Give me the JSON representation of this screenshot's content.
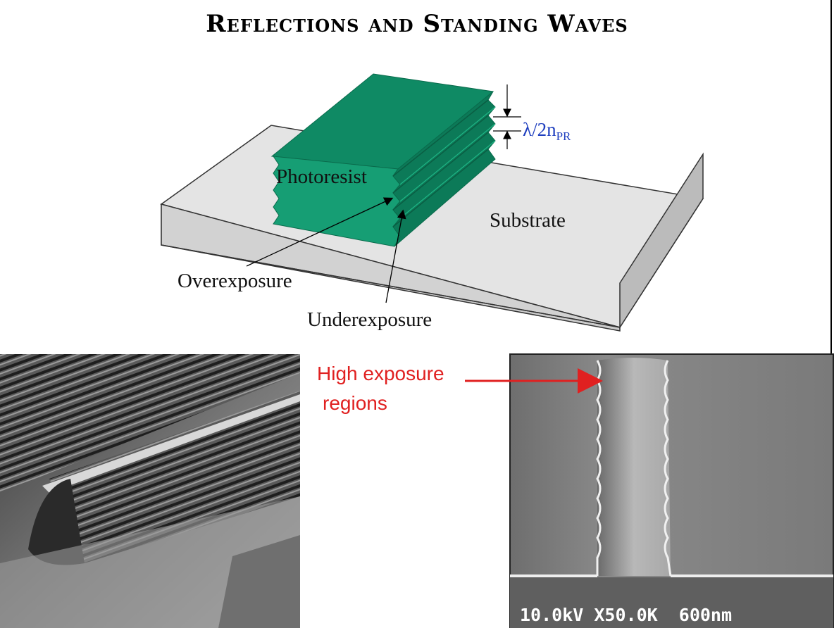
{
  "title": "Reflections and Standing Waves",
  "diagram": {
    "photoresist_label": "Photoresist",
    "substrate_label": "Substrate",
    "overexposure_label": "Overexposure",
    "underexposure_label": "Underexposure",
    "dimension_label_main": "λ/2n",
    "dimension_label_sub": "PR"
  },
  "sem_right": {
    "annotation_line1": "High exposure",
    "annotation_line2": "regions",
    "scale_text": "10.0kV X50.0K  600nm"
  },
  "colors": {
    "photoresist_top": "#0f8a64",
    "photoresist_front": "#169e74",
    "substrate_top": "#e6e6e6",
    "annotation_red": "#e02020",
    "dimension_blue": "#1f3fbf"
  }
}
